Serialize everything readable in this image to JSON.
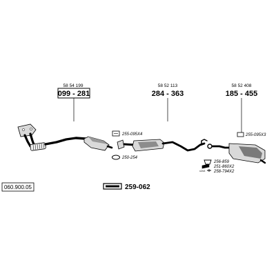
{
  "document_code": "060.900.05",
  "callouts": [
    {
      "oem": "58 54 199",
      "part": "099 - 281",
      "boxed": true
    },
    {
      "oem": "58 52 113",
      "part": "284 - 363",
      "boxed": false
    },
    {
      "oem": "58 52 408",
      "part": "185 - 455",
      "boxed": false
    }
  ],
  "refs": {
    "clamp_front": "255-095X4",
    "ring_front": "250-254",
    "clamp_rear": "255-095X3",
    "rubber_mount": "256-859",
    "bracket_1": "251-860X2",
    "bracket_2": "258-794X2",
    "bracket_2_prefix": "x2/x3"
  },
  "accessory": {
    "part": "259-062"
  }
}
